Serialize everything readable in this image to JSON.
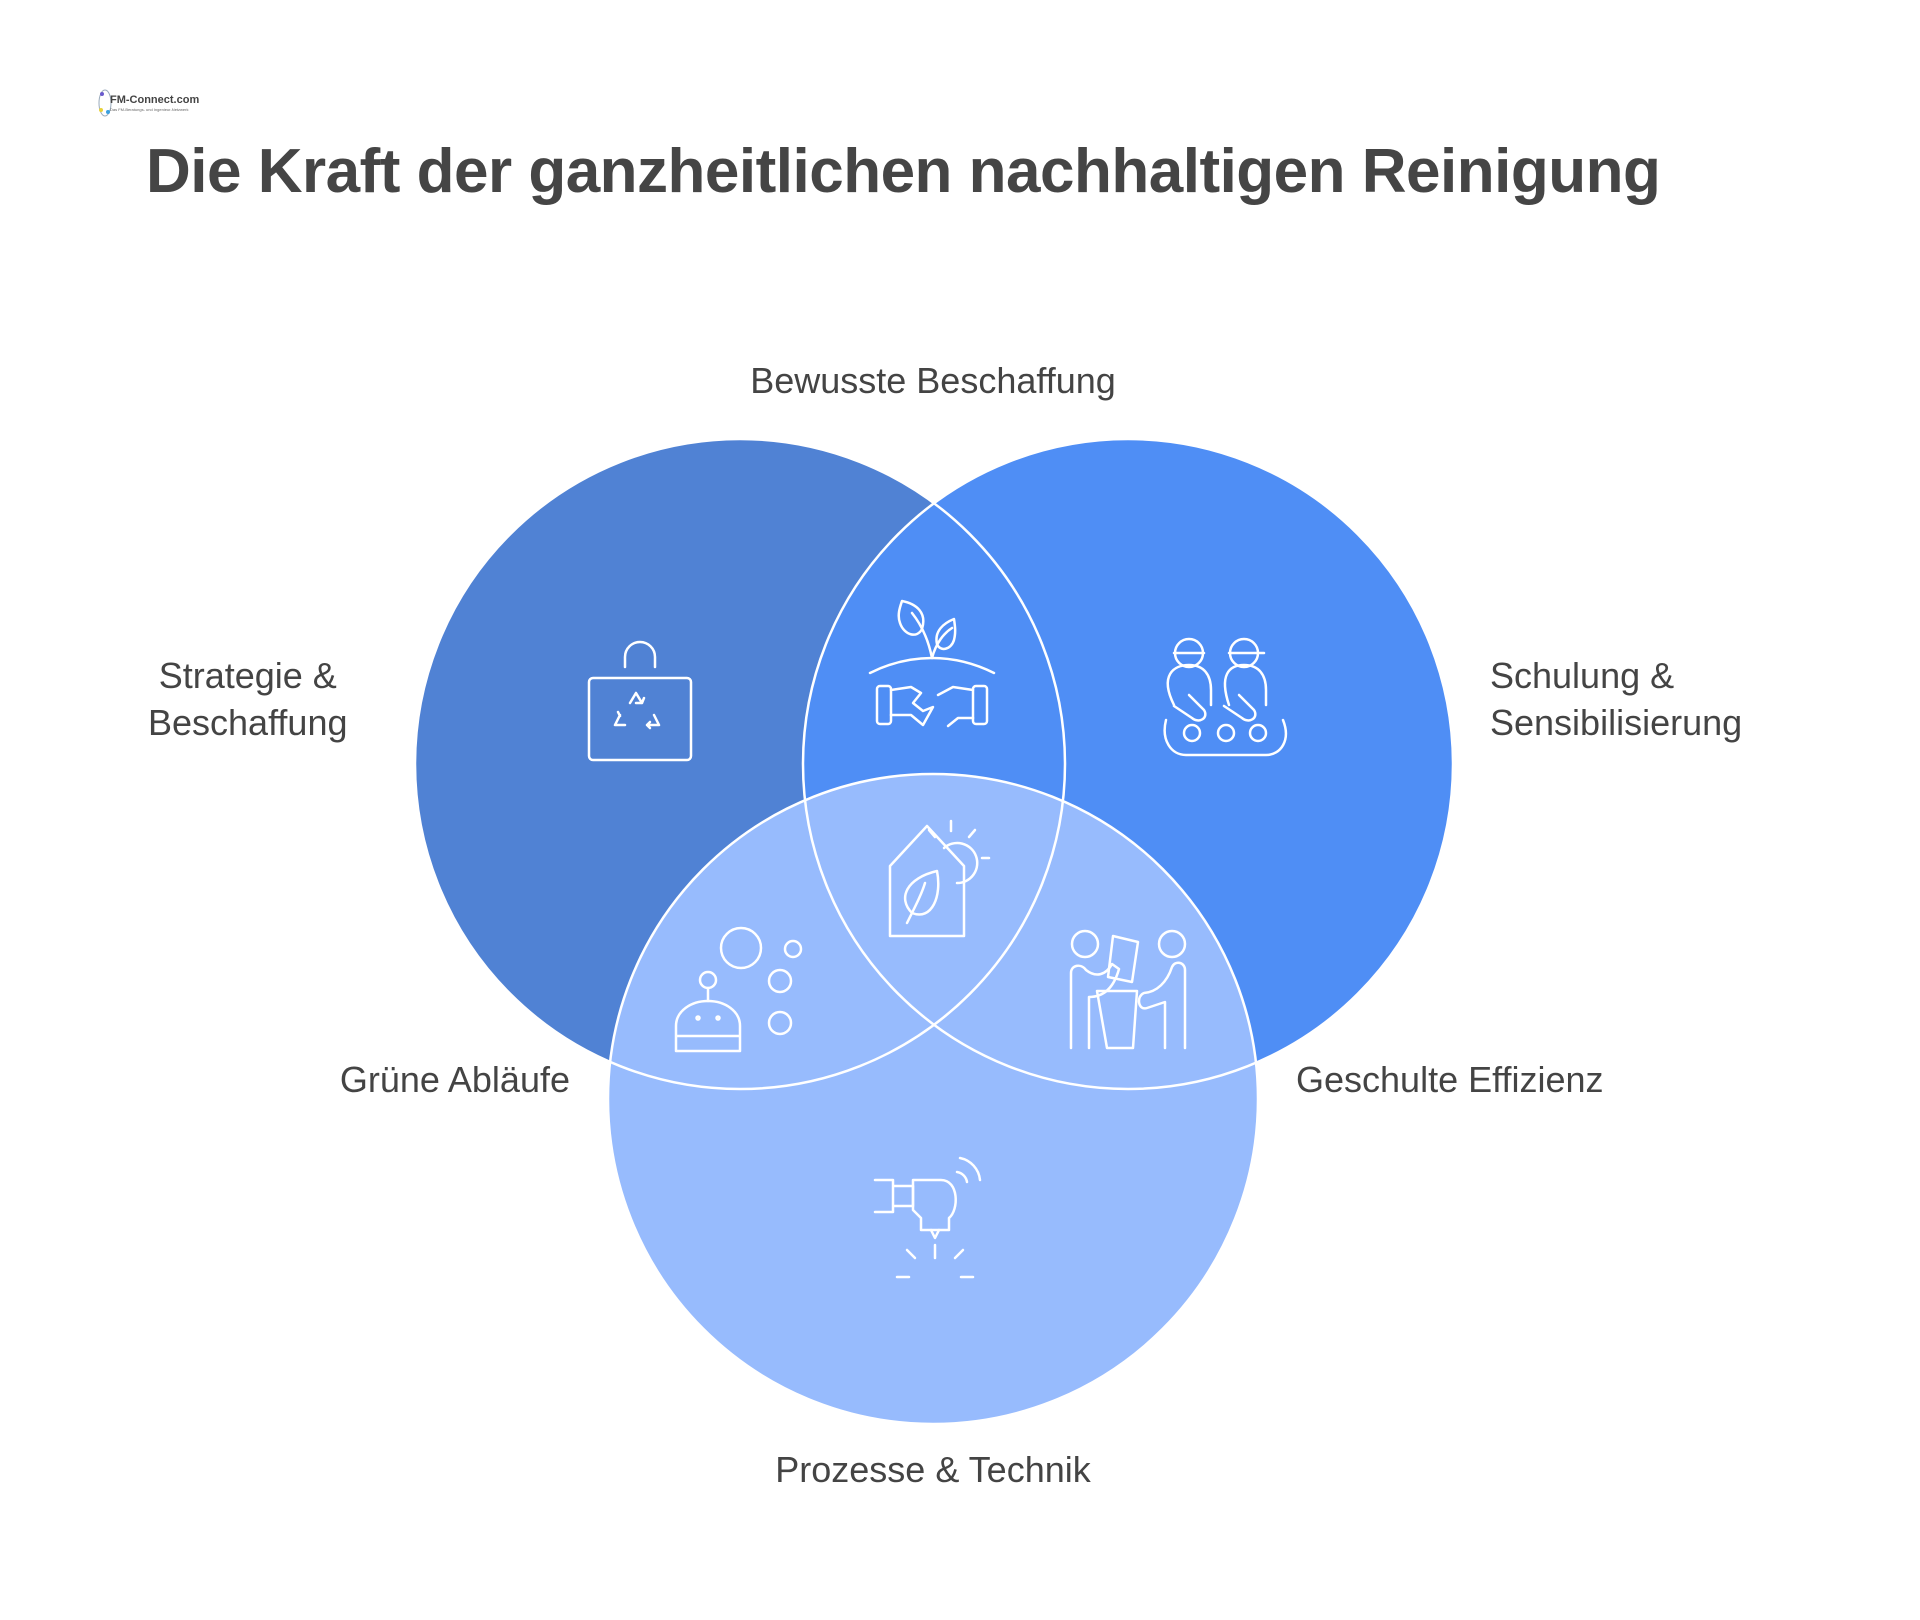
{
  "logo": {
    "text": "FM-Connect.com",
    "subtitle": "Das FM-Beratungs- und Ingenieur-Netzwerk"
  },
  "title": "Die Kraft der ganzheitlichen nachhaltigen Reinigung",
  "colors": {
    "left": "#5082d4",
    "right": "#4f8ef5",
    "bottom": "#97bbfd",
    "stroke": "#ffffff",
    "text": "#444444"
  },
  "labels": {
    "top": "Bewusste Beschaffung",
    "left_line1": "Strategie &",
    "left_line2": "Beschaffung",
    "right_line1": "Schulung &",
    "right_line2": "Sensibilisierung",
    "lower_left": "Grüne Abläufe",
    "lower_right": "Geschulte Effizienz",
    "bottom": "Prozesse & Technik"
  },
  "icons": [
    "recycle-bag-icon",
    "handshake-plant-icon",
    "training-people-icon",
    "eco-house-icon",
    "cleaning-robot-icon",
    "waste-sorting-icon",
    "smart-drill-icon"
  ]
}
